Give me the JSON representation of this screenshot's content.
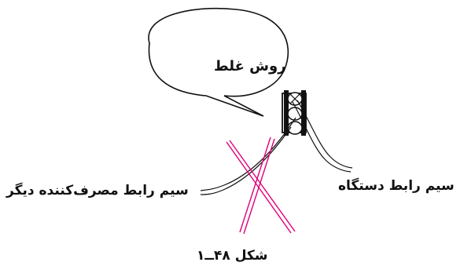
{
  "labels": {
    "bubble": "روش غلط",
    "device_wire": "سیم رابط دستگاه",
    "other_consumer_wire": "سیم رابط مصرف‌کننده دیگر",
    "figure_caption": "شکل ۴۸ــ۱"
  },
  "colors": {
    "line": "#111111",
    "cross": "#e0007a"
  },
  "icons": {
    "outlet": "wall-socket-icon",
    "cross": "cross-mark-icon"
  }
}
